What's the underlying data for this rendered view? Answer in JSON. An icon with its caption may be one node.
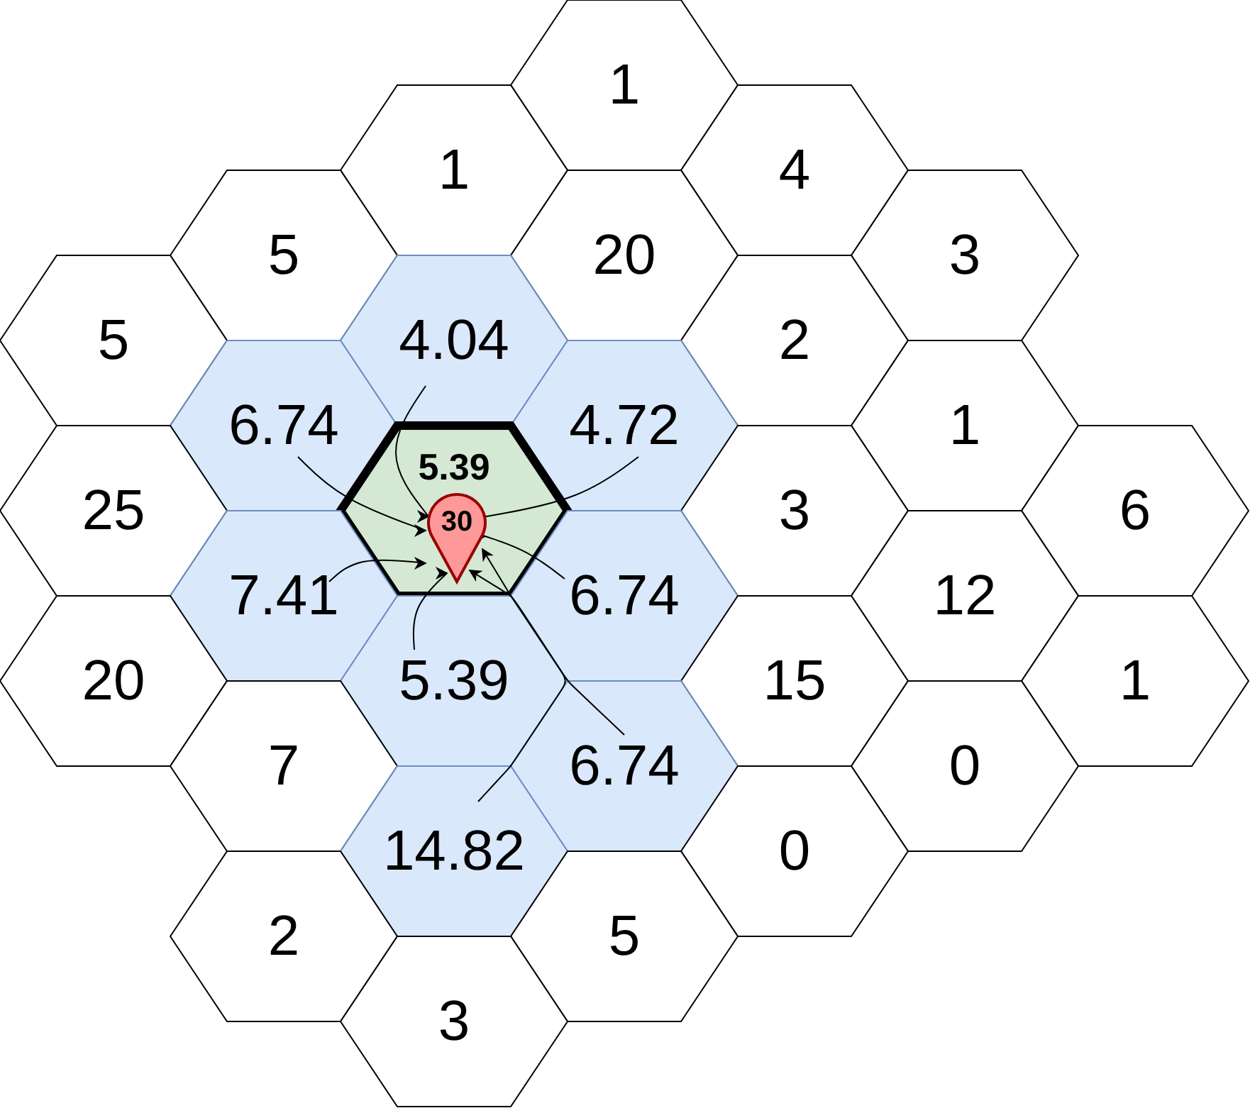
{
  "diagram": {
    "nodes": [
      {
        "text": [
          "1"
        ]
      },
      {
        "text": [
          "1"
        ]
      },
      {
        "text": [
          "4"
        ]
      },
      {
        "text": [
          "5"
        ]
      },
      {
        "text": [
          "20"
        ]
      },
      {
        "text": [
          "3"
        ]
      },
      {
        "text": [
          "5"
        ]
      },
      {
        "text": [
          "4.04"
        ]
      },
      {
        "text": [
          "2"
        ]
      },
      {
        "text": [
          "6.74"
        ]
      },
      {
        "text": [
          "4.72"
        ]
      },
      {
        "text": [
          "1"
        ]
      },
      {
        "text": [
          "25"
        ]
      },
      {
        "text": [
          "5.39"
        ]
      },
      {
        "text": [
          "30"
        ],
        "in": 13
      },
      {
        "text": [
          "3"
        ]
      },
      {
        "text": [
          "6"
        ]
      },
      {
        "text": [
          "7.41"
        ]
      },
      {
        "text": [
          "6.74"
        ]
      },
      {
        "text": [
          "12"
        ]
      },
      {
        "text": [
          "20"
        ]
      },
      {
        "text": [
          "5.39"
        ]
      },
      {
        "text": [
          "15"
        ]
      },
      {
        "text": [
          "1"
        ]
      },
      {
        "text": [
          "7"
        ]
      },
      {
        "text": [
          "6.74"
        ]
      },
      {
        "text": [
          "0"
        ]
      },
      {
        "text": [
          "14.82"
        ]
      },
      {
        "text": [
          "0"
        ]
      },
      {
        "text": [
          "2"
        ]
      },
      {
        "text": [
          "5"
        ]
      },
      {
        "text": [
          "3"
        ]
      }
    ],
    "edges": [
      {
        "from": 7,
        "to": 14,
        "arrow": "to"
      },
      {
        "from": 9,
        "to": 14,
        "arrow": "to"
      },
      {
        "from": 10,
        "to": 14,
        "arrow": "to"
      },
      {
        "from": 17,
        "to": 14,
        "arrow": "to"
      },
      {
        "from": 18,
        "to": 14,
        "arrow": "to"
      },
      {
        "from": 21,
        "to": 14,
        "arrow": "to"
      },
      {
        "from": 25,
        "to": 14,
        "arrow": "to"
      },
      {
        "from": 27,
        "to": 14,
        "arrow": "to"
      }
    ]
  }
}
